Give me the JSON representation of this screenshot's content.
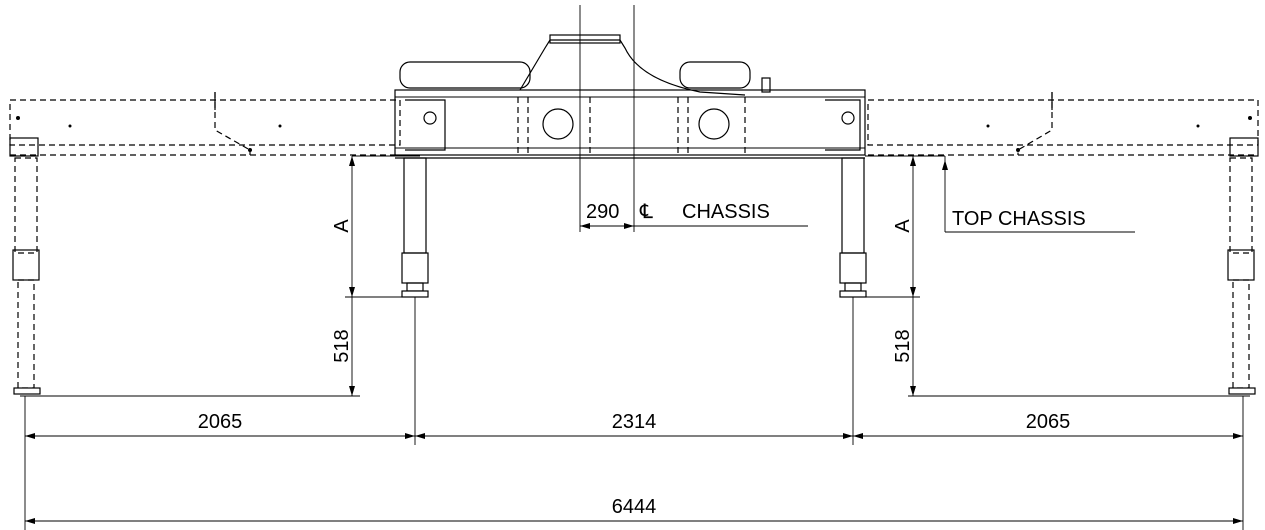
{
  "dimensions": {
    "outer_left_span": "2065",
    "center_span": "2314",
    "outer_right_span": "2065",
    "overall_width": "6444",
    "left_pad_height": "518",
    "right_pad_height": "518",
    "left_leg_height": "A",
    "right_leg_height": "A",
    "centerline_offset": "290"
  },
  "labels": {
    "centerline_symbol": "℄",
    "chassis": "CHASSIS",
    "top_chassis": "TOP CHASSIS"
  }
}
